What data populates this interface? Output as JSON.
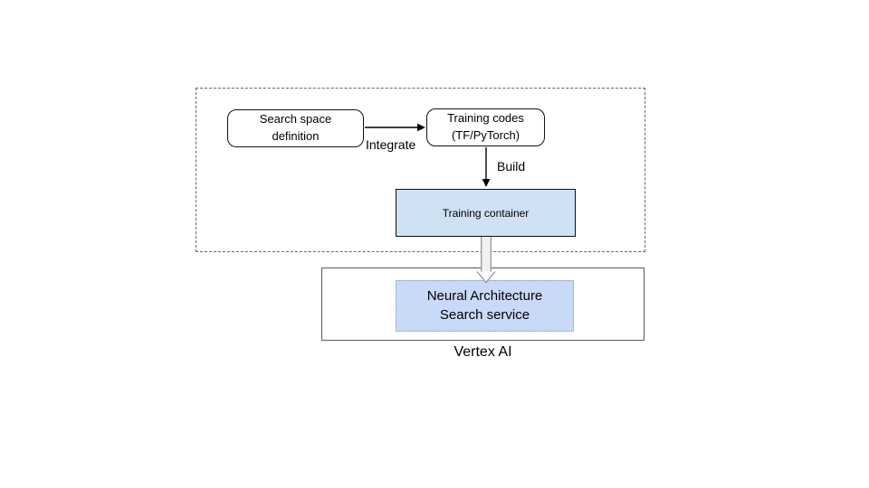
{
  "diagram": {
    "nodes": {
      "search_space": {
        "label": "Search space definition"
      },
      "training_codes": {
        "label": "Training codes (TF/PyTorch)"
      },
      "training_container": {
        "label": "Training container"
      },
      "nas_service": {
        "label": "Neural Architecture Search service"
      }
    },
    "edges": {
      "integrate": {
        "label": "Integrate"
      },
      "build": {
        "label": "Build"
      }
    },
    "containers": {
      "vertex_ai": {
        "label": "Vertex AI"
      }
    },
    "colors": {
      "background": "#ffffff",
      "node_border_dark": "#111111",
      "training_container_fill": "#cfe2f3",
      "nas_service_fill": "#c9daf8",
      "nas_service_border_dotted": "#8094b4",
      "outer_group_dashed_border": "#666666",
      "vertex_box_border": "#595959",
      "thin_arrow": "#000000",
      "hollow_arrow_stroke": "#999999",
      "hollow_arrow_fill": "#f1f1f1",
      "text": "#000000"
    }
  }
}
